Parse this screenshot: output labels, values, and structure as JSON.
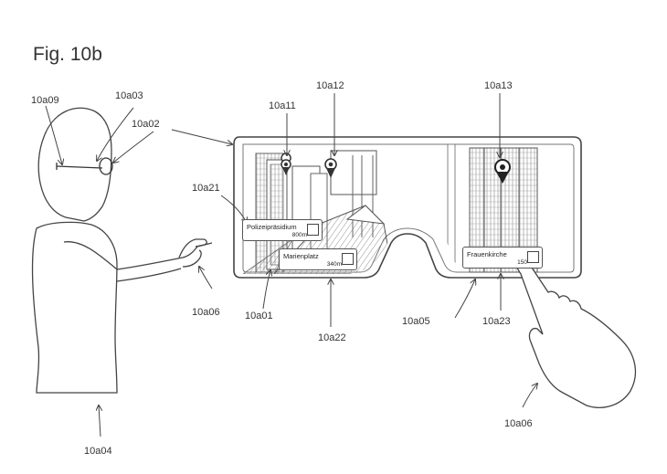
{
  "figure": {
    "title": "Fig. 10b",
    "refs": {
      "r10a09": "10a09",
      "r10a03": "10a03",
      "r10a02": "10a02",
      "r10a11": "10a11",
      "r10a12": "10a12",
      "r10a13": "10a13",
      "r10a21": "10a21",
      "r10a06_left": "10a06",
      "r10a01": "10a01",
      "r10a22": "10a22",
      "r10a05": "10a05",
      "r10a23": "10a23",
      "r10a06_right": "10a06",
      "r10a04": "10a04"
    },
    "poi_cards": [
      {
        "title": "Polizeipräsidium",
        "distance": "800m"
      },
      {
        "title": "Marienplatz",
        "distance": "340m"
      },
      {
        "title": "Frauenkirche",
        "distance": "150"
      }
    ]
  }
}
